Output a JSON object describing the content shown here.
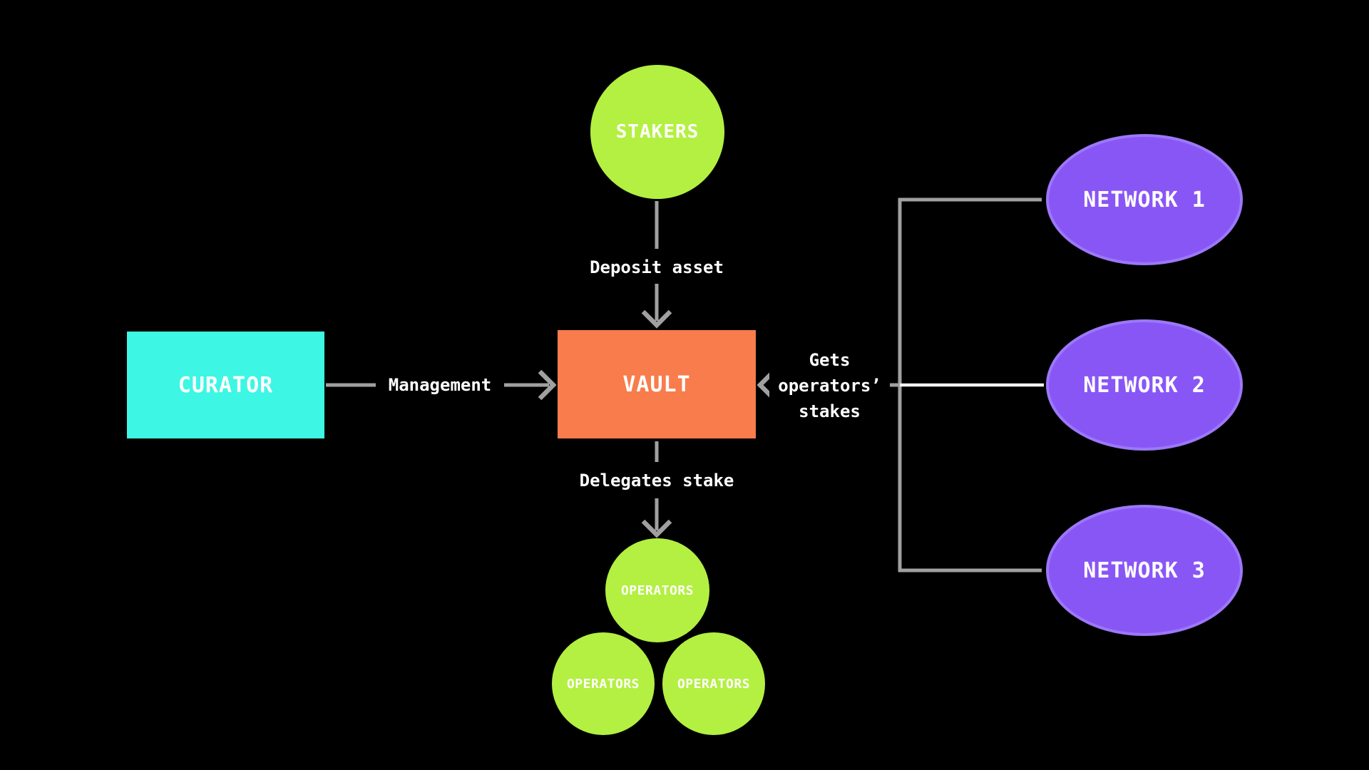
{
  "colors": {
    "bg": "#000000",
    "green": "#B3F042",
    "orange": "#F87C4C",
    "cyan": "#3DF6E3",
    "purple": "#8956F6",
    "purple-rim": "#9C78F8",
    "line-gray": "#A0A0A0",
    "line-white": "#F2F2F2",
    "text": "#FFFFFF"
  },
  "nodes": {
    "stakers": {
      "label": "STAKERS",
      "shape": "circle",
      "color": "#B3F042"
    },
    "curator": {
      "label": "CURATOR",
      "shape": "rectangle",
      "color": "#3DF6E3"
    },
    "vault": {
      "label": "VAULT",
      "shape": "rectangle",
      "color": "#F87C4C"
    },
    "operators1": {
      "label": "OPERATORS",
      "shape": "circle",
      "color": "#B3F042"
    },
    "operators2": {
      "label": "OPERATORS",
      "shape": "circle",
      "color": "#B3F042"
    },
    "operators3": {
      "label": "OPERATORS",
      "shape": "circle",
      "color": "#B3F042"
    },
    "network1": {
      "label": "NETWORK 1",
      "shape": "ellipse",
      "color": "#8956F6"
    },
    "network2": {
      "label": "NETWORK 2",
      "shape": "ellipse",
      "color": "#8956F6"
    },
    "network3": {
      "label": "NETWORK 3",
      "shape": "ellipse",
      "color": "#8956F6"
    }
  },
  "edges": {
    "deposit_asset": {
      "label": "Deposit asset",
      "from": "stakers",
      "to": "vault"
    },
    "management": {
      "label": "Management",
      "from": "curator",
      "to": "vault"
    },
    "delegates_stake": {
      "label": "Delegates stake",
      "from": "vault",
      "to": "operators"
    },
    "gets_operators_stakes": {
      "lines": [
        "Gets",
        "operators’",
        "stakes"
      ],
      "from": "networks",
      "to": "vault"
    }
  }
}
